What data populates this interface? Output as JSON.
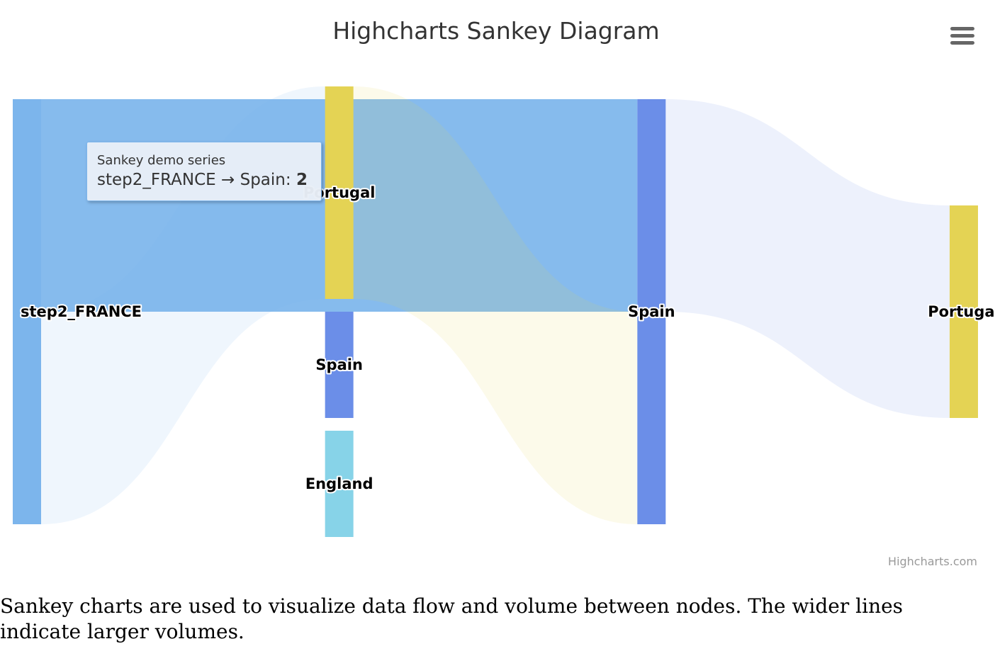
{
  "chart_data": {
    "type": "sankey",
    "title": "Highcharts Sankey Diagram",
    "series_name": "Sankey demo series",
    "columns": [
      [
        "step2_FRANCE"
      ],
      [
        "Portugal",
        "Spain",
        "England"
      ],
      [
        "Spain"
      ],
      [
        "Portugal"
      ]
    ],
    "links": [
      {
        "from": "step2_FRANCE",
        "from_column": 0,
        "to": "Spain",
        "to_column": 2,
        "weight": 2
      },
      {
        "from": "step2_FRANCE",
        "from_column": 0,
        "to": "Portugal",
        "to_column": 1,
        "weight": 2
      },
      {
        "from": "Portugal",
        "from_column": 1,
        "to": "Spain",
        "to_column": 2,
        "weight": 2
      },
      {
        "from": "Spain",
        "from_column": 2,
        "to": "Portugal",
        "to_column": 3,
        "weight": 2
      }
    ],
    "node_colors": {
      "step2_FRANCE": "#7cb5ec",
      "Portugal": "#e4d354",
      "Spain": "#6b8ee8",
      "England": "#87d3e8"
    },
    "credits": "Highcharts.com"
  },
  "tooltip": {
    "series": "Sankey demo series",
    "from": "step2_FRANCE",
    "to": "Spain",
    "arrow": "→",
    "value": "2"
  },
  "menu": {
    "icon": "hamburger-menu-icon"
  },
  "description": "Sankey charts are used to visualize data flow and volume between nodes. The wider lines indicate larger volumes."
}
